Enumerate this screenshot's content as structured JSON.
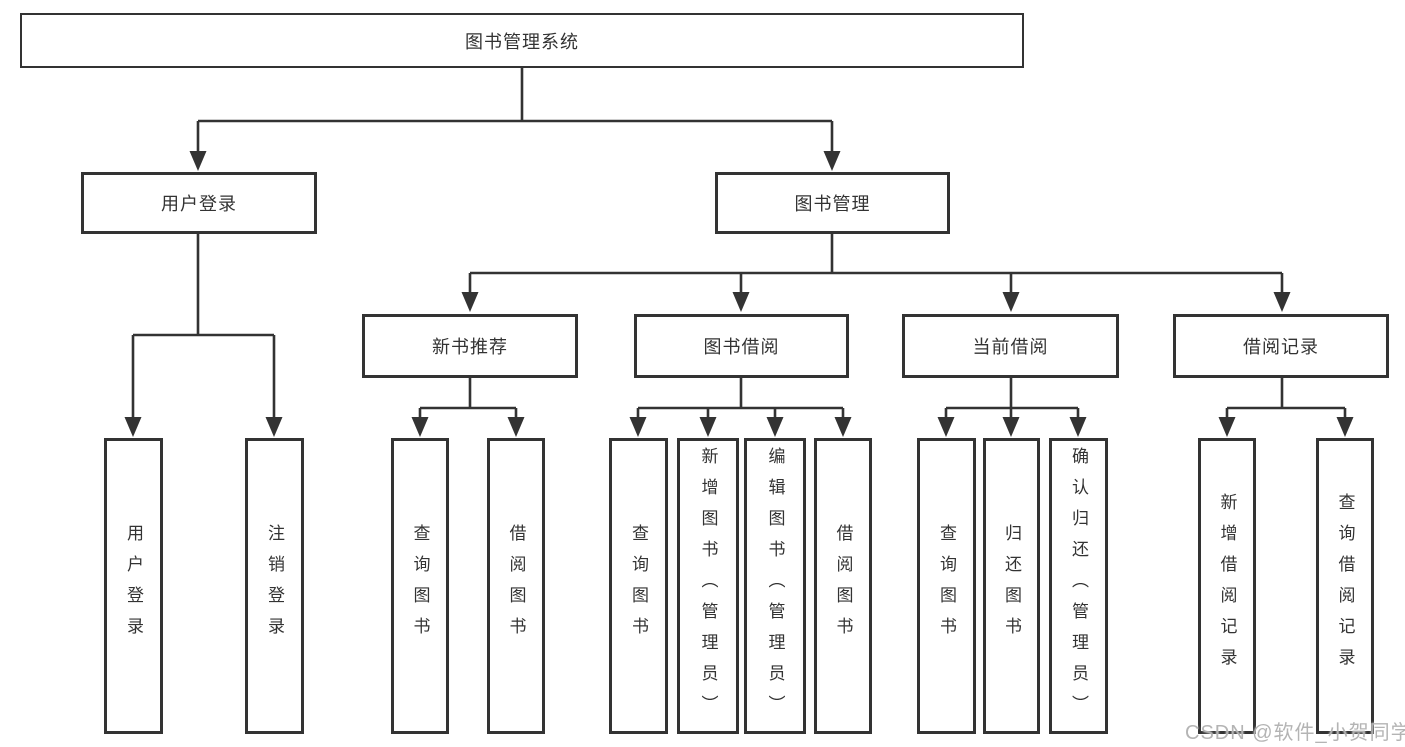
{
  "diagram": {
    "colors": {
      "line": "#333333",
      "text": "#333333",
      "box_fill": "#ffffff",
      "background": "#ffffff",
      "watermark": "#b0b0b0"
    },
    "tree": {
      "root": {
        "label": "图书管理系统",
        "children": [
          {
            "label": "用户登录",
            "children": [
              {
                "label": "用户登录"
              },
              {
                "label": "注销登录"
              }
            ]
          },
          {
            "label": "图书管理",
            "children": [
              {
                "label": "新书推荐",
                "children": [
                  {
                    "label": "查询图书"
                  },
                  {
                    "label": "借阅图书"
                  }
                ]
              },
              {
                "label": "图书借阅",
                "children": [
                  {
                    "label": "查询图书"
                  },
                  {
                    "label": "新增图书（管理员）"
                  },
                  {
                    "label": "编辑图书（管理员）"
                  },
                  {
                    "label": "借阅图书"
                  }
                ]
              },
              {
                "label": "当前借阅",
                "children": [
                  {
                    "label": "查询图书"
                  },
                  {
                    "label": "归还图书"
                  },
                  {
                    "label": "确认归还（管理员）"
                  }
                ]
              },
              {
                "label": "借阅记录",
                "children": [
                  {
                    "label": "新增借阅记录"
                  },
                  {
                    "label": "查询借阅记录"
                  }
                ]
              }
            ]
          }
        ]
      }
    }
  },
  "watermark": "CSDN @软件_小贺同学"
}
